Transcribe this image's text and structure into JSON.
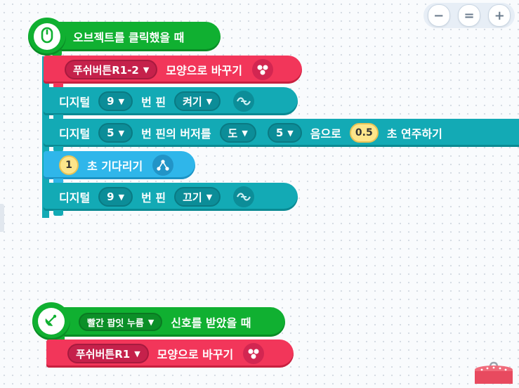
{
  "zoom": {
    "minus": "−",
    "reset": "=",
    "plus": "+"
  },
  "script1": {
    "hat_label": "오브젝트를 클릭했을 때",
    "change_shape": {
      "dropdown": "푸쉬버튼R1-2",
      "label": "모양으로 바꾸기"
    },
    "digital_on": {
      "prefix": "디지털",
      "pin": "9",
      "pin_label": "번 핀",
      "state": "켜기"
    },
    "buzzer": {
      "prefix": "디지털",
      "pin": "5",
      "mid": "번 핀의 버저를",
      "note": "도",
      "octave": "5",
      "tone_label": "음으로",
      "duration": "0.5",
      "suffix": "초 연주하기"
    },
    "wait": {
      "value": "1",
      "label": "초 기다리기"
    },
    "digital_off": {
      "prefix": "디지털",
      "pin": "9",
      "pin_label": "번 핀",
      "state": "끄기"
    }
  },
  "script2": {
    "signal_dropdown": "빨간 팝잇 누름",
    "hat_label": "신호를 받았을 때",
    "change_shape": {
      "dropdown": "푸쉬버튼R1",
      "label": "모양으로 바꾸기"
    }
  },
  "icons": [
    "mouse-icon",
    "shape-icon",
    "arduino-icon",
    "flow-icon",
    "antenna-icon",
    "trash-icon"
  ]
}
